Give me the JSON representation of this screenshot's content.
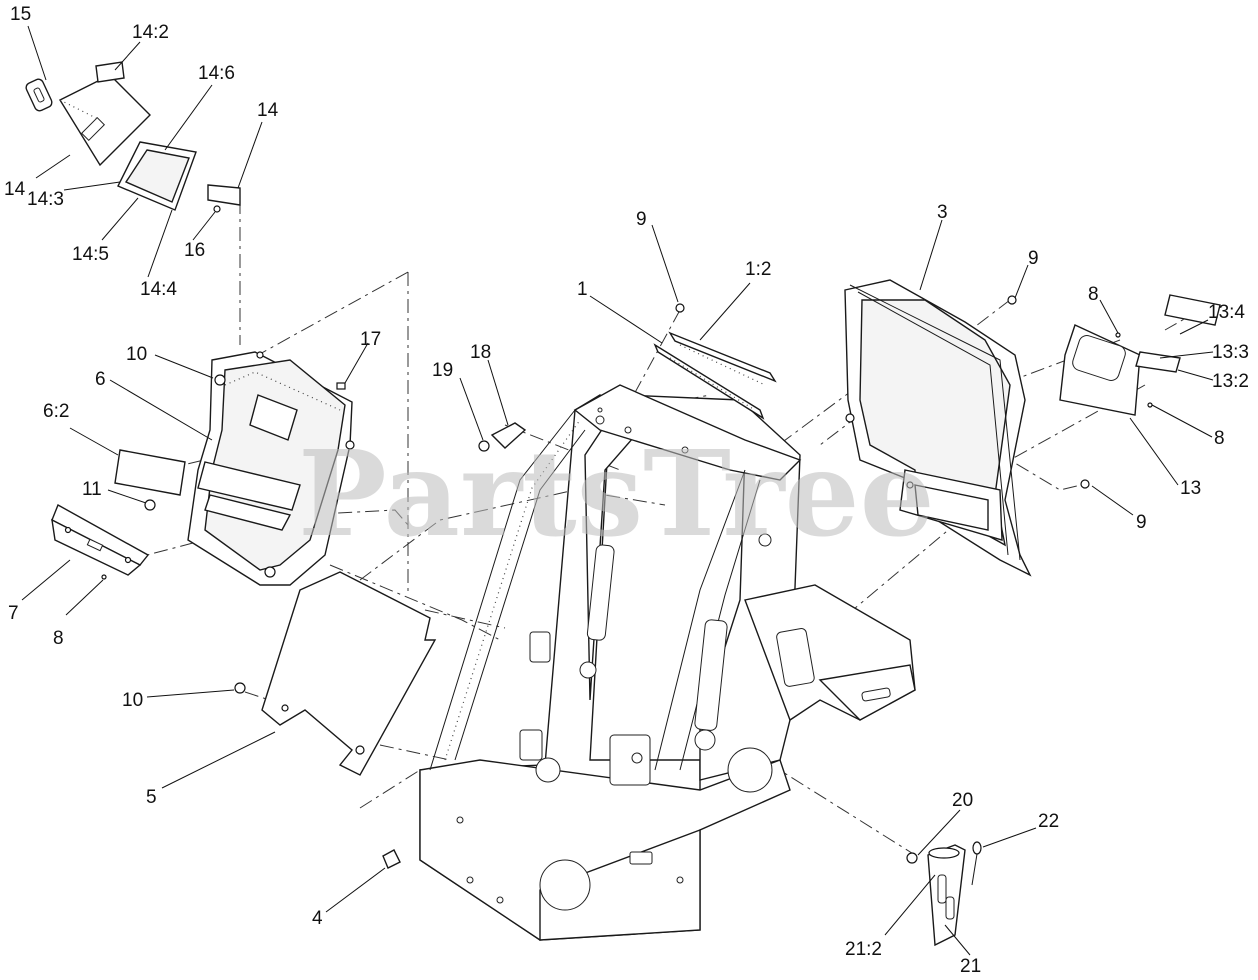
{
  "watermark": "PartsTree",
  "callouts": [
    {
      "id": "c15",
      "text": "15"
    },
    {
      "id": "c14-2",
      "text": "14:2"
    },
    {
      "id": "c14-6",
      "text": "14:6"
    },
    {
      "id": "c14-top",
      "text": "14"
    },
    {
      "id": "c14-left",
      "text": "14"
    },
    {
      "id": "c14-3",
      "text": "14:3"
    },
    {
      "id": "c14-5",
      "text": "14:5"
    },
    {
      "id": "c14-4",
      "text": "14:4"
    },
    {
      "id": "c16",
      "text": "16"
    },
    {
      "id": "c10-top",
      "text": "10"
    },
    {
      "id": "c17",
      "text": "17"
    },
    {
      "id": "c6",
      "text": "6"
    },
    {
      "id": "c6-2",
      "text": "6:2"
    },
    {
      "id": "c11",
      "text": "11"
    },
    {
      "id": "c7",
      "text": "7"
    },
    {
      "id": "c8-left",
      "text": "8"
    },
    {
      "id": "c10-bottom",
      "text": "10"
    },
    {
      "id": "c5",
      "text": "5"
    },
    {
      "id": "c4",
      "text": "4"
    },
    {
      "id": "c19",
      "text": "19"
    },
    {
      "id": "c18",
      "text": "18"
    },
    {
      "id": "c9-center",
      "text": "9"
    },
    {
      "id": "c1",
      "text": "1"
    },
    {
      "id": "c1-2",
      "text": "1:2"
    },
    {
      "id": "c3",
      "text": "3"
    },
    {
      "id": "c9-right-top",
      "text": "9"
    },
    {
      "id": "c8-right-top",
      "text": "8"
    },
    {
      "id": "c13-4",
      "text": "13:4"
    },
    {
      "id": "c13-3",
      "text": "13:3"
    },
    {
      "id": "c13-2",
      "text": "13:2"
    },
    {
      "id": "c8-right-bottom",
      "text": "8"
    },
    {
      "id": "c13",
      "text": "13"
    },
    {
      "id": "c9-right-bottom",
      "text": "9"
    },
    {
      "id": "c20",
      "text": "20"
    },
    {
      "id": "c22",
      "text": "22"
    },
    {
      "id": "c21-2",
      "text": "21:2"
    },
    {
      "id": "c21",
      "text": "21"
    }
  ]
}
